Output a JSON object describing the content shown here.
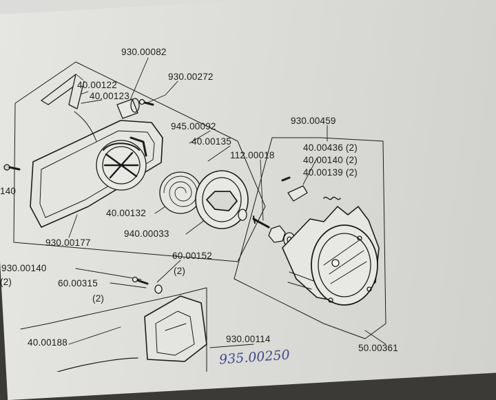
{
  "diagram": {
    "parts": [
      {
        "id": "p1",
        "text": "930.00082"
      },
      {
        "id": "p2",
        "text": "930.00272"
      },
      {
        "id": "p3",
        "text": "40.00122"
      },
      {
        "id": "p4",
        "text": "40.00123"
      },
      {
        "id": "p5",
        "text": "945.00092"
      },
      {
        "id": "p6",
        "text": "40.00135"
      },
      {
        "id": "p7",
        "text": "930.00459"
      },
      {
        "id": "p8",
        "text": "112.00018"
      },
      {
        "id": "p9",
        "text": "40.00436 (2)"
      },
      {
        "id": "p10",
        "text": "40.00140 (2)"
      },
      {
        "id": "p11",
        "text": "40.00139 (2)"
      },
      {
        "id": "p12",
        "text": "140"
      },
      {
        "id": "p13",
        "text": "40.00132"
      },
      {
        "id": "p14",
        "text": "940.00033"
      },
      {
        "id": "p15",
        "text": "930.00177"
      },
      {
        "id": "p16",
        "text": "60.00152"
      },
      {
        "id": "p17",
        "text": "(2)"
      },
      {
        "id": "p18",
        "text": "930.00140"
      },
      {
        "id": "p19",
        "text": "(2)"
      },
      {
        "id": "p20",
        "text": "60.00315"
      },
      {
        "id": "p21",
        "text": "(2)"
      },
      {
        "id": "p22",
        "text": "40.00188"
      },
      {
        "id": "p23",
        "text": "930.00114"
      },
      {
        "id": "p24",
        "text": "50.00361"
      }
    ],
    "handwritten": "935.00250"
  },
  "colors": {
    "paper": "#dddddb",
    "ink": "#1c1c1c",
    "pen": "#3e4a8a",
    "background": "#3b3a37"
  }
}
